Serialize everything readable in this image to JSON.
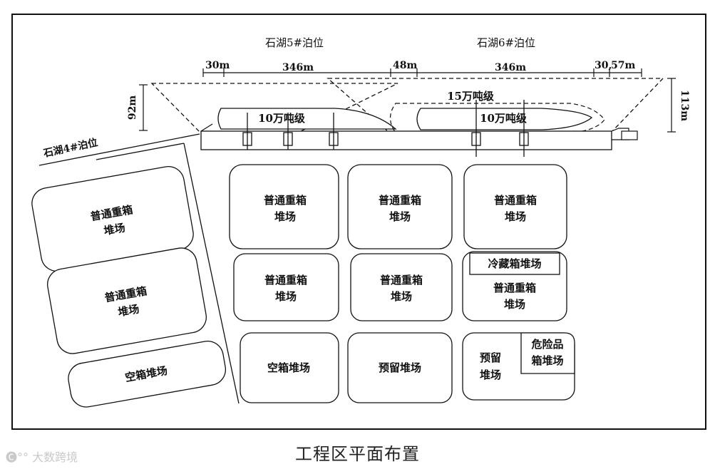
{
  "berths": {
    "berth5": "石湖5#泊位",
    "berth6": "石湖6#泊位",
    "berth4": "石湖4#泊位"
  },
  "dimensions": {
    "d30a": "30m",
    "d346a": "346m",
    "d48": "48m",
    "d346b": "346m",
    "d30b": "30,",
    "d57": "57m",
    "h92": "92m",
    "h113": "113m"
  },
  "ships": {
    "ship1": "10万吨级",
    "ship2_outline": "15万吨级",
    "ship3": "10万吨级"
  },
  "yards": {
    "left1": [
      "普通重箱",
      "堆场"
    ],
    "left2": [
      "普通重箱",
      "堆场"
    ],
    "left3": "空箱堆场",
    "r1c1": [
      "普通重箱",
      "堆场"
    ],
    "r1c2": [
      "普通重箱",
      "堆场"
    ],
    "r1c3": [
      "普通重箱",
      "堆场"
    ],
    "r2c1": [
      "普通重箱",
      "堆场"
    ],
    "r2c2": [
      "普通重箱",
      "堆场"
    ],
    "r2c3_reefer": "冷藏箱堆场",
    "r2c3": [
      "普通重箱",
      "堆场"
    ],
    "r3c1": "空箱堆场",
    "r3c2": "预留堆场",
    "r3c3": [
      "预留",
      "堆场"
    ],
    "r3c3_danger": [
      "危险品",
      "箱堆场"
    ]
  },
  "caption": "工程区平面布置",
  "watermark": "🅒°° 大数跨境"
}
